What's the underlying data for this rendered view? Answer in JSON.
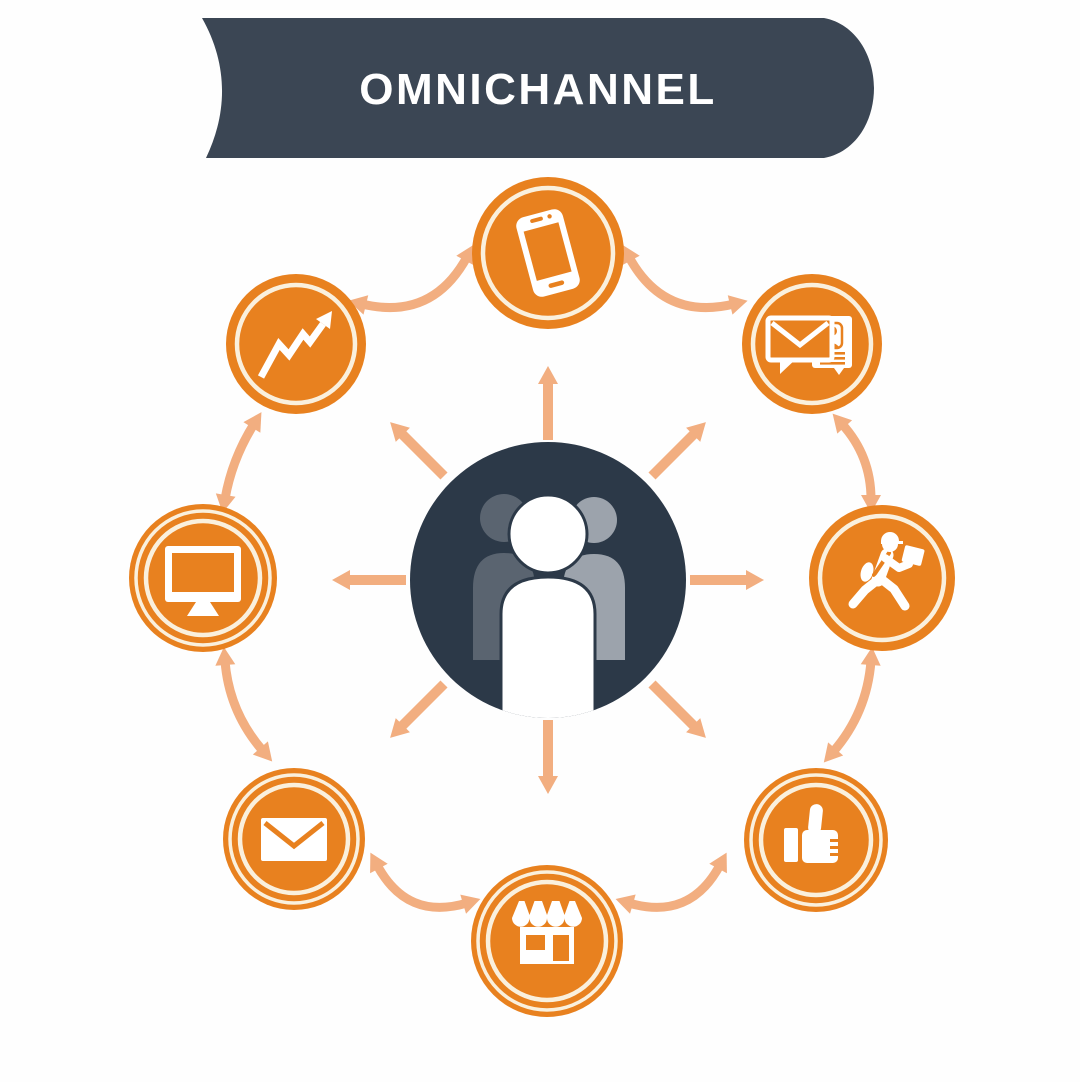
{
  "title": {
    "text": "OMNICHANNEL"
  },
  "colors": {
    "orange": "#E8811F",
    "arrow": "#F2AE80",
    "cream": "#FAF0DD",
    "slate": "#3B4654",
    "navy": "#2C3948",
    "gray_dark": "#5A6470",
    "gray_light": "#9CA3AC",
    "white": "#FFFFFF",
    "background": "#FEFEFE"
  },
  "diagram": {
    "hub": {
      "icon": "customers-group-icon",
      "position": "center"
    },
    "nodes": [
      {
        "icon": "smartphone-icon",
        "position": "top"
      },
      {
        "icon": "mail-contact-icon",
        "position": "top-right"
      },
      {
        "icon": "courier-runner-icon",
        "position": "right"
      },
      {
        "icon": "thumbs-up-icon",
        "position": "bottom-right"
      },
      {
        "icon": "storefront-icon",
        "position": "bottom"
      },
      {
        "icon": "envelope-icon",
        "position": "bottom-left"
      },
      {
        "icon": "monitor-icon",
        "position": "left"
      },
      {
        "icon": "trend-chart-icon",
        "position": "top-left"
      }
    ],
    "radial_arrow_count": 8,
    "peer_arrow_count": 8
  }
}
